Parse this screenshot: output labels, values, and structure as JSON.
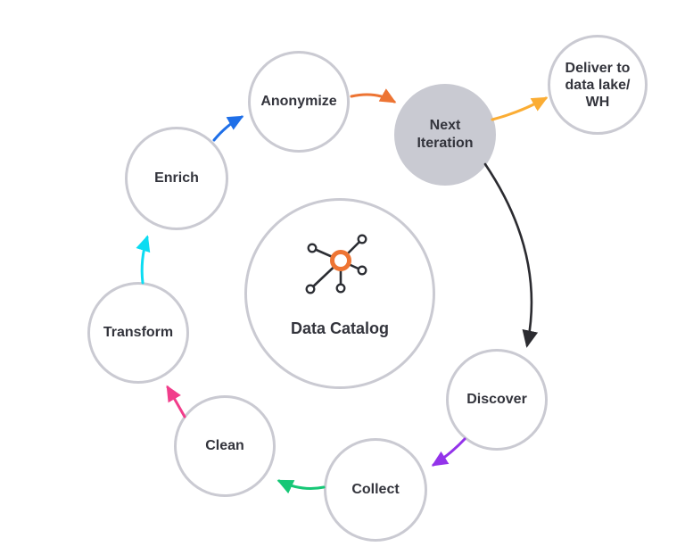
{
  "diagram": {
    "center": {
      "label": "Data Catalog",
      "icon": "network-hub-icon",
      "icon_colors": {
        "hub_ring": "#ee7433",
        "spokes_and_nodes": "#2b2d33"
      }
    },
    "nodes": {
      "anonymize": {
        "label": "Anonymize"
      },
      "next_iteration": {
        "line1": "Next",
        "line2": "Iteration",
        "fill": "#c9cad2"
      },
      "deliver": {
        "line1": "Deliver to",
        "line2": "data lake/",
        "line3": "WH"
      },
      "discover": {
        "label": "Discover"
      },
      "collect": {
        "label": "Collect"
      },
      "clean": {
        "label": "Clean"
      },
      "transform": {
        "label": "Transform"
      },
      "enrich": {
        "label": "Enrich"
      }
    },
    "arrows": {
      "enrich_to_anonymize": {
        "from": "Enrich",
        "to": "Anonymize",
        "color": "#1f6fe8"
      },
      "anonymize_to_next_iteration": {
        "from": "Anonymize",
        "to": "Next Iteration",
        "color": "#ed7433"
      },
      "next_iteration_to_deliver": {
        "from": "Next Iteration",
        "to": "Deliver to data lake/WH",
        "color": "#fbad34"
      },
      "next_iteration_to_discover": {
        "from": "Next Iteration",
        "to": "Discover",
        "color": "#2b2b30"
      },
      "discover_to_collect": {
        "from": "Discover",
        "to": "Collect",
        "color": "#9333ea"
      },
      "collect_to_clean": {
        "from": "Collect",
        "to": "Clean",
        "color": "#16c776"
      },
      "clean_to_transform": {
        "from": "Clean",
        "to": "Transform",
        "color": "#f13d8b"
      },
      "transform_to_enrich": {
        "from": "Transform",
        "to": "Enrich",
        "color": "#0cdcf2"
      }
    },
    "style_colors": {
      "node_border": "#cacad2",
      "highlight_node_fill": "#c9cad2",
      "label_text": "#33343c",
      "background": "#ffffff"
    }
  }
}
